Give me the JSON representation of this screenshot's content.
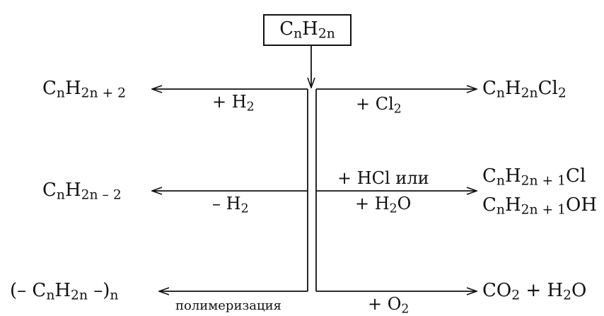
{
  "reactant": {
    "base": "C",
    "s1": "n",
    "mid": "H",
    "s2": "2n",
    "tail": ""
  },
  "products": {
    "alkane": {
      "base": "C",
      "s1": "n",
      "mid": "H",
      "s2": "2n + 2",
      "tail": ""
    },
    "alkyne": {
      "base": "C",
      "s1": "n",
      "mid": "H",
      "s2": "2n – 2",
      "tail": ""
    },
    "polymer": {
      "pre": "(– C",
      "s1": "n",
      "mid": "H",
      "s2": "2n",
      "post": " –)",
      "s3": "n"
    },
    "dichloride": {
      "base": "C",
      "s1": "n",
      "mid": "H",
      "s2": "2n",
      "tail": "Cl",
      "s3": "2"
    },
    "chloride": {
      "base": "C",
      "s1": "n",
      "mid": "H",
      "s2": "2n + 1",
      "tail": "Cl"
    },
    "alcohol": {
      "base": "C",
      "s1": "n",
      "mid": "H",
      "s2": "2n + 1",
      "tail": "OH"
    },
    "combustion": {
      "a": "CO",
      "as": "2",
      "b": " + H",
      "bs": "2",
      "c": "O"
    }
  },
  "conditions": {
    "hydrogenation": {
      "text": "+ H",
      "sub": "2"
    },
    "dehydrogenation": {
      "text": "– H",
      "sub": "2"
    },
    "polymerization": "полимеризация",
    "chlorination": {
      "text": "+ Cl",
      "sub": "2"
    },
    "hydro_line1": "+ HCl или",
    "hydro_line2": {
      "text": "+ H",
      "sub": "2",
      "tail": "O"
    },
    "oxidation": {
      "text": "+ O",
      "sub": "2"
    }
  }
}
